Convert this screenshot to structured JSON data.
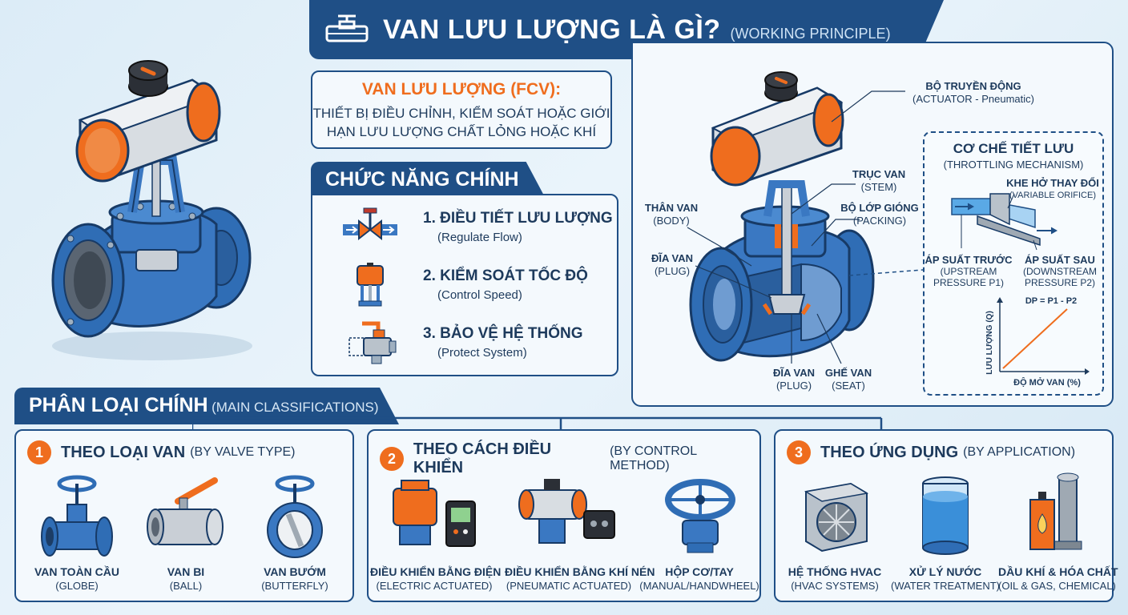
{
  "title": {
    "main": "VAN LƯU LƯỢNG LÀ GÌ?",
    "sub": "(WORKING PRINCIPLE)"
  },
  "definition": {
    "heading": "VAN LƯU LƯỢNG (FCV):",
    "line1": "THIẾT BỊ ĐIỀU CHỈNH, KIỂM SOÁT HOẶC GIỚI",
    "line2": "HẠN LƯU LƯỢNG CHẤT LỎNG HOẶC KHÍ"
  },
  "functions": {
    "heading": "CHỨC NĂNG CHÍNH",
    "items": [
      {
        "title": "1. ĐIỀU TIẾT LƯU LƯỢNG",
        "sub": "(Regulate Flow)"
      },
      {
        "title": "2. KIỂM SOÁT TỐC ĐỘ",
        "sub": "(Control Speed)"
      },
      {
        "title": "3. BẢO VỆ HỆ THỐNG",
        "sub": "(Protect System)"
      }
    ]
  },
  "diagram": {
    "actuator": {
      "name": "BỘ TRUYỀN ĐỘNG",
      "en": "(ACTUATOR - Pneumatic)"
    },
    "stem": {
      "name": "TRỤC VAN",
      "en": "(STEM)"
    },
    "body": {
      "name": "THÂN VAN",
      "en": "(BODY)"
    },
    "packing": {
      "name": "BỘ LỚP GIÓNG",
      "en": "(PACKING)"
    },
    "plug_left": {
      "name": "ĐĨA VAN",
      "en": "(PLUG)"
    },
    "plug_bottom": {
      "name": "ĐĨA VAN",
      "en": "(PLUG)"
    },
    "seat": {
      "name": "GHẾ VAN",
      "en": "(SEAT)"
    }
  },
  "throttling": {
    "title": "CƠ CHẾ TIẾT LƯU",
    "subtitle": "(THROTTLING MECHANISM)",
    "orifice": {
      "name": "KHE HỞ THAY ĐỔI",
      "en": "(VARIABLE ORIFICE)"
    },
    "upstream": {
      "name": "ÁP SUẤT TRƯỚC",
      "en1": "(UPSTREAM",
      "en2": "PRESSURE P1)"
    },
    "downstream": {
      "name": "ÁP SUẤT SAU",
      "en1": "(DOWNSTREAM",
      "en2": "PRESSURE P2)"
    },
    "formula": "DP = P1 - P2",
    "ylabel": "LƯU LƯỢNG (Q)",
    "xlabel": "ĐỘ MỞ VAN (%)"
  },
  "classification": {
    "heading": "PHÂN LOẠI CHÍNH",
    "heading_sub": "(MAIN CLASSIFICATIONS)",
    "groups": [
      {
        "num": "1",
        "title": "THEO LOẠI VAN",
        "sub": "(BY VALVE TYPE)",
        "items": [
          {
            "name": "VAN TOÀN CẦU",
            "en": "(GLOBE)"
          },
          {
            "name": "VAN BI",
            "en": "(BALL)"
          },
          {
            "name": "VAN BƯỚM",
            "en": "(BUTTERFLY)"
          }
        ]
      },
      {
        "num": "2",
        "title": "THEO CÁCH ĐIỀU KHIỂN",
        "sub": "(BY CONTROL METHOD)",
        "items": [
          {
            "name": "ĐIỀU KHIỂN BẰNG ĐIỆN",
            "en": "(ELECTRIC ACTUATED)"
          },
          {
            "name": "ĐIỀU KHIỂN BẰNG KHÍ NÉN",
            "en": "(PNEUMATIC ACTUATED)"
          },
          {
            "name": "HỘP CƠ/TAY",
            "en": "(MANUAL/HANDWHEEL)"
          }
        ]
      },
      {
        "num": "3",
        "title": "THEO ỨNG DỤNG",
        "sub": "(BY APPLICATION)",
        "items": [
          {
            "name": "HỆ THỐNG HVAC",
            "en": "(HVAC SYSTEMS)"
          },
          {
            "name": "XỬ LÝ NƯỚC",
            "en": "(WATER TREATMENT)"
          },
          {
            "name": "DẦU KHÍ & HÓA CHẤT",
            "en": "(OIL & GAS, CHEMICAL)"
          }
        ]
      }
    ]
  },
  "colors": {
    "navy": "#1f4f86",
    "valve_blue": "#3a78c2",
    "actuator_orange": "#ef6d1e",
    "metal_gray": "#b9c2cb"
  },
  "icons": [
    "valve-icon",
    "flow-valve-icon",
    "actuator-icon",
    "relief-valve-icon"
  ]
}
